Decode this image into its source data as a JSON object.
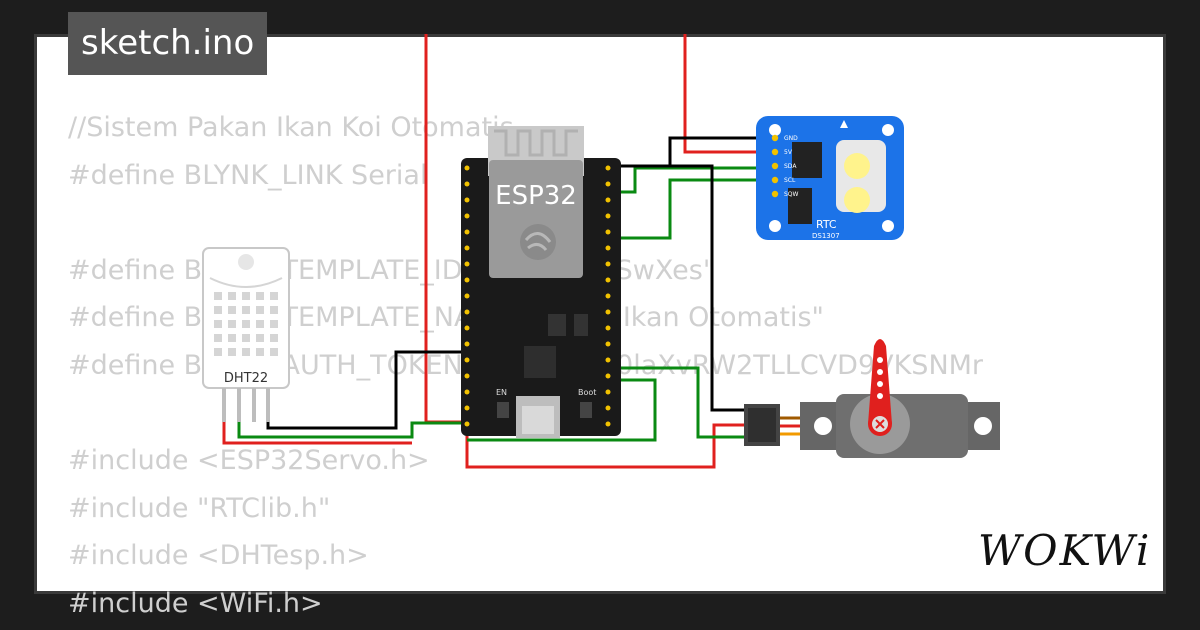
{
  "tab": {
    "title": "sketch.ino"
  },
  "code_lines": [
    "//Sistem Pakan Ikan Koi Otomatis",
    "#define BLYNK_LINK Serial",
    "",
    "#define BLYNK_TEMPLATE_ID \"TMPL6q7fSwXes\"",
    "#define BLYNK_TEMPLATE_NAME \"Pakan Ikan Otomatis\"",
    "#define BLYNK_AUTH_TOKEN \"Fe1pgVen0laXvRW2TLLCVD9VKSNMr",
    "",
    "#include <ESP32Servo.h>",
    "#include \"RTClib.h\"",
    "#include <DHTesp.h>",
    "#include <WiFi.h>"
  ],
  "components": {
    "esp32": {
      "label": "ESP32",
      "en_label": "EN",
      "boot_label": "Boot"
    },
    "rtc": {
      "label": "RTC",
      "chip": "DS1307",
      "pins": [
        "GND",
        "5V",
        "SDA",
        "SCL",
        "SQW"
      ]
    },
    "dht": {
      "label": "DHT22"
    }
  },
  "brand": {
    "logo": "WOKWi"
  },
  "colors": {
    "background": "#1d1d1d",
    "wire_red": "#e0201e",
    "wire_green": "#0a8a12",
    "wire_black": "#000000",
    "rtc_board": "#1c73e8",
    "servo_horn": "#e0201e"
  }
}
